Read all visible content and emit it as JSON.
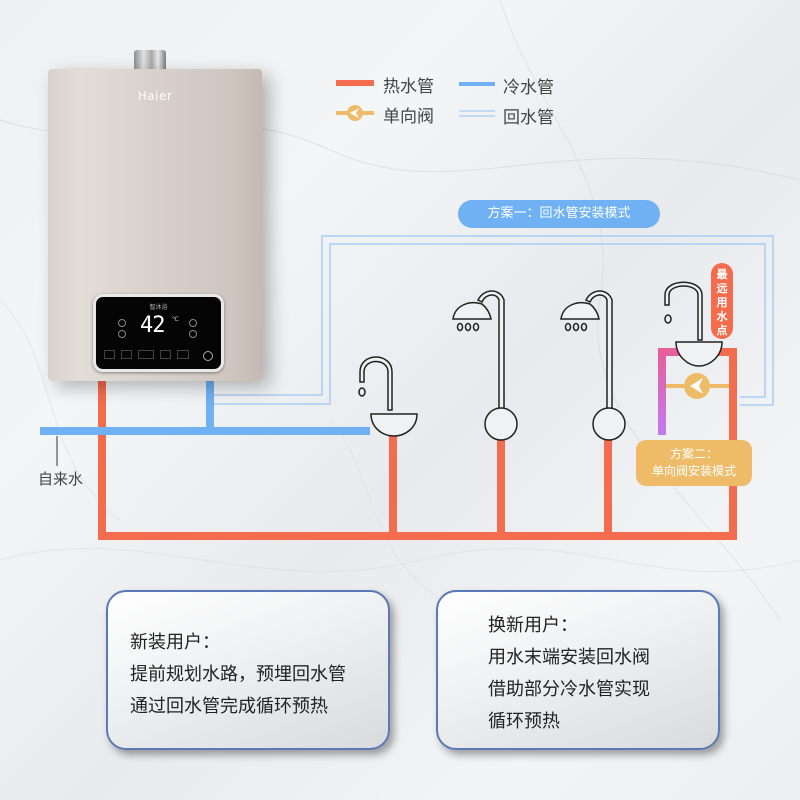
{
  "heater": {
    "brand": "Haier",
    "panel_logo": "智沐浴",
    "display_temperature": "42",
    "display_unit": "℃"
  },
  "legend": {
    "items": [
      {
        "label": "热水管",
        "icon": "hot-water-pipe-line",
        "color": "#f36c4e"
      },
      {
        "label": "冷水管",
        "icon": "cold-water-pipe-line",
        "color": "#6fb1f2"
      },
      {
        "label": "单向阀",
        "icon": "check-valve-icon",
        "color": "#eebc68"
      },
      {
        "label": "回水管",
        "icon": "return-water-pipe-line",
        "color": "#a7cdf5"
      }
    ]
  },
  "scheme_one_tag": "方案一：回水管安装模式",
  "scheme_two_tag": {
    "line1": "方案二：",
    "line2": "单向阀安装模式"
  },
  "farthest_point_tag": "最远用水点",
  "tap_water_label": "自来水",
  "fixtures": [
    {
      "type": "faucet",
      "icon": "faucet-icon"
    },
    {
      "type": "shower",
      "icon": "shower-icon"
    },
    {
      "type": "shower",
      "icon": "shower-icon"
    },
    {
      "type": "faucet",
      "icon": "faucet-icon",
      "note": "farthest"
    }
  ],
  "cards": {
    "new_install": {
      "title": "新装用户：",
      "lines": [
        "提前规划水路，预埋回水管",
        "通过回水管完成循环预热"
      ]
    },
    "replacement": {
      "title": "换新用户：",
      "lines": [
        "用水末端安装回水阀",
        "借助部分冷水管实现",
        "循环预热"
      ]
    }
  },
  "colors": {
    "hot": "#f36c4e",
    "cold": "#6fb1f2",
    "valve": "#eebc68",
    "return": "#a7cdf5",
    "mixed": "#c07af2",
    "card_border": "#5a79b5"
  }
}
